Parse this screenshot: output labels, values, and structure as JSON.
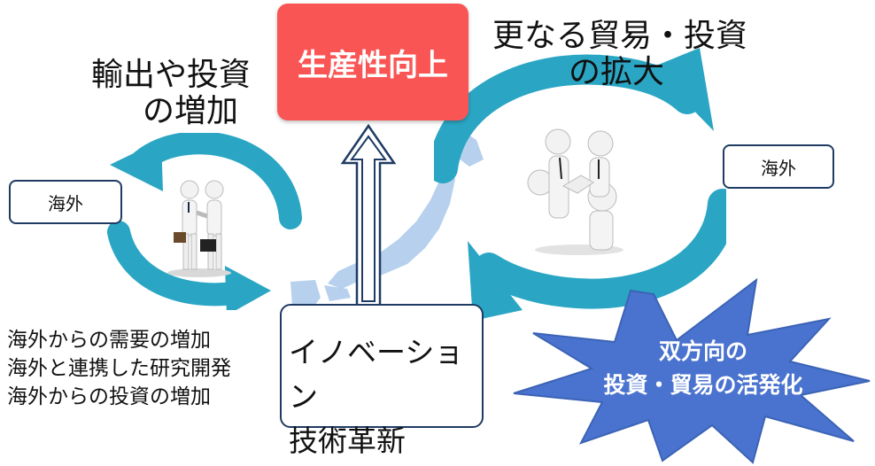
{
  "top_center": {
    "label": "生産性向上"
  },
  "top_left": {
    "line1": "輸出や投資",
    "line2": "の増加"
  },
  "top_right": {
    "line1": "更なる貿易・投資",
    "line2": "の拡大"
  },
  "overseas_left": {
    "label": "海外"
  },
  "overseas_right": {
    "label": "海外"
  },
  "bottom_left": {
    "lines": [
      "海外からの需要の増加",
      "海外と連携した研究開発",
      "海外からの投資の増加"
    ]
  },
  "innovation": {
    "line1": "イノベーション",
    "line2": "技術革新"
  },
  "burst": {
    "line1": "双方向の",
    "line2": "投資・貿易の活発化"
  },
  "colors": {
    "cycle_arrow": "#2aa6c4",
    "top_box": "#fa5555",
    "burst": "#4a73cf",
    "map": "#a9c8ea",
    "box_border": "#1f3b63"
  },
  "icons": {
    "left_illustration": "handshake-figures-icon",
    "right_illustration": "team-huddle-figures-icon",
    "background": "japan-map-icon"
  }
}
